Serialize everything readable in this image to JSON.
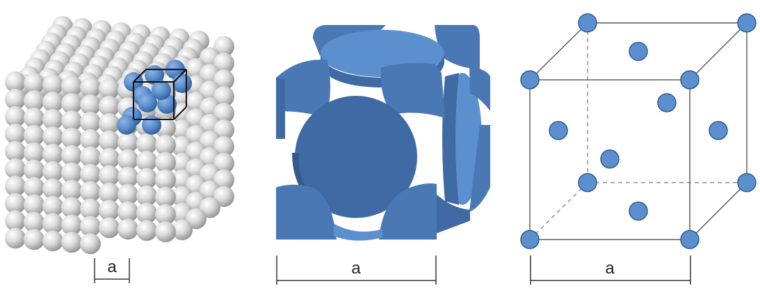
{
  "panels": {
    "lattice": {
      "dimension_label": "a"
    },
    "unit_cell_packing": {
      "dimension_label": "a"
    },
    "unit_cell_points": {
      "dimension_label": "a"
    }
  },
  "colors": {
    "atom_blue": "#5b8fce",
    "atom_blue_dark": "#3f6aa3",
    "atom_blue_face": "#4a78b4",
    "sphere_gray_light": "#f4f4f4",
    "sphere_gray_dark": "#8c8c8c",
    "edge": "#555555"
  },
  "icons": {
    "lattice": "fcc-sphere-lattice-icon",
    "packing": "fcc-unit-cell-packing-icon",
    "points": "fcc-unit-cell-points-icon"
  }
}
